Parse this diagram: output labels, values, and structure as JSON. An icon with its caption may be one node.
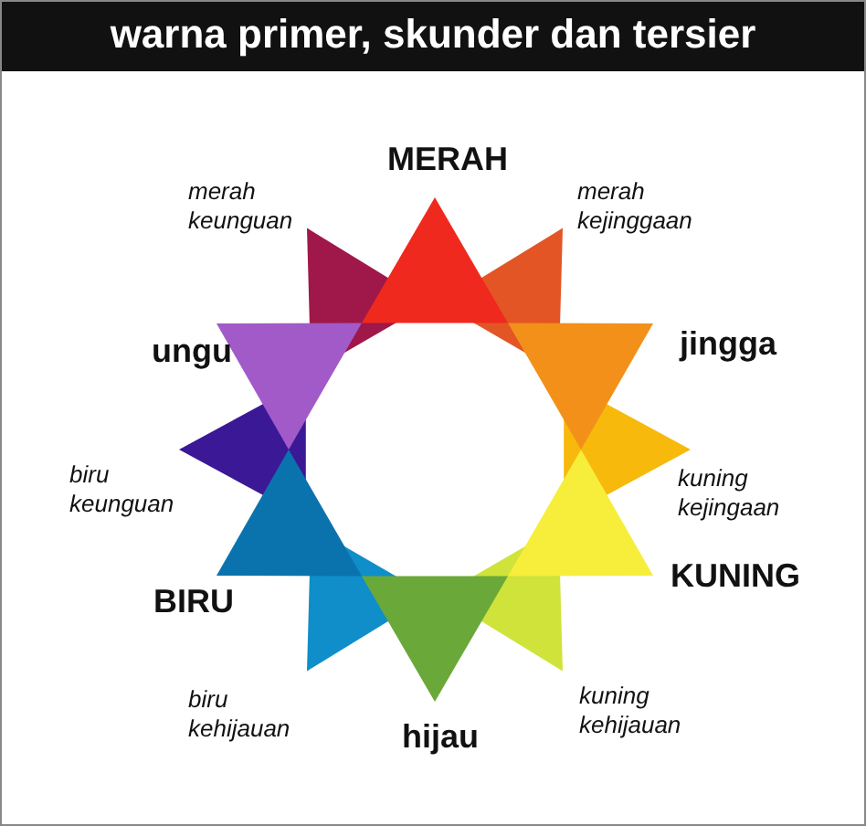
{
  "diagram": {
    "title": "warna primer, skunder dan tersier",
    "labels": [
      "MERAH",
      "merah keunguan",
      "merah kejinggaan",
      "ungu",
      "jingga",
      "biru keunguan",
      "kuning kejingaan",
      "BIRU",
      "KUNING",
      "biru kehijauan",
      "hijau",
      "kuning kehijauan"
    ]
  }
}
